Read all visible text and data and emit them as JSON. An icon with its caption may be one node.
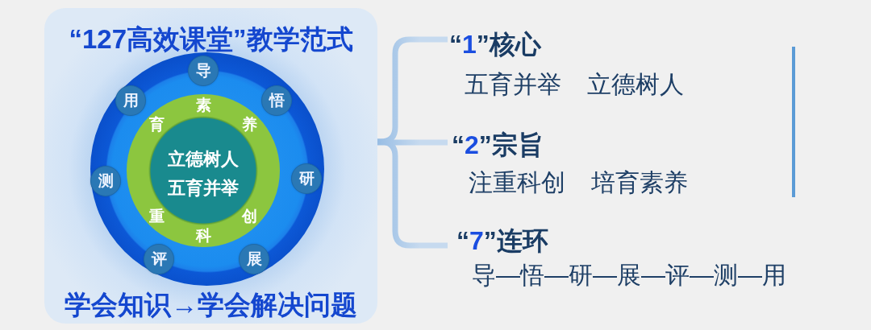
{
  "diagram": {
    "nodes": [
      {
        "text": [
          "“127高效课堂”教学范式",
          "学会知识→学会解决问题"
        ]
      },
      {
        "text": [],
        "shape": "circle",
        "in": 0
      },
      {
        "text": [
          "导"
        ],
        "in": 1
      },
      {
        "text": [
          "悟"
        ],
        "in": 1
      },
      {
        "text": [
          "研"
        ],
        "in": 1
      },
      {
        "text": [
          "展"
        ],
        "in": 1
      },
      {
        "text": [
          "评"
        ],
        "in": 1
      },
      {
        "text": [
          "测"
        ],
        "in": 1
      },
      {
        "text": [
          "用"
        ],
        "in": 1
      },
      {
        "text": [
          "育",
          "素",
          "养",
          "重",
          "科",
          "创"
        ],
        "in": 1
      },
      {
        "text": [
          "立德树人",
          "五育并举"
        ],
        "in": 9
      },
      {
        "text": [
          "“1”核心",
          "五育并举 立德树人"
        ]
      },
      {
        "text": [
          "“2”宗旨",
          "注重科创 培育素养"
        ]
      },
      {
        "text": [
          "“7”连环",
          "导—悟—研—展—评—测—用"
        ]
      }
    ],
    "edges": [
      {
        "from": 0,
        "to": 11,
        "arrow": "none"
      },
      {
        "from": 0,
        "to": 12,
        "arrow": "none"
      },
      {
        "from": 0,
        "to": 13,
        "arrow": "none"
      }
    ]
  }
}
